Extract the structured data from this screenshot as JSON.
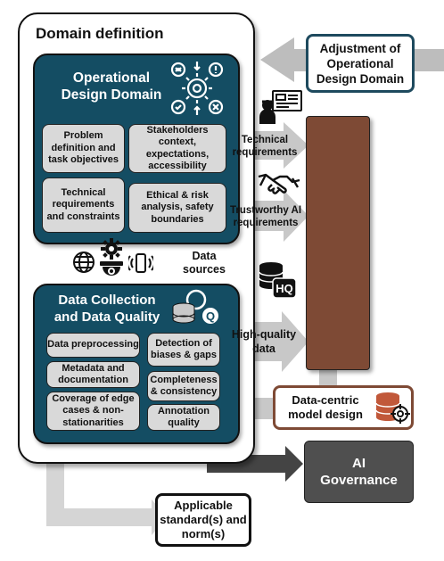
{
  "domain_definition": {
    "title": "Domain definition"
  },
  "odd": {
    "title_line1": "Operational",
    "title_line2": "Design Domain",
    "items": [
      "Problem definition and task objectives",
      "Stakeholders context, expectations, accessibility",
      "Technical requirements and constraints",
      "Ethical & risk analysis, safety boundaries"
    ]
  },
  "data_sources": {
    "label": "Data sources"
  },
  "data_quality": {
    "title_line1": "Data Collection",
    "title_line2": "and Data Quality",
    "items_left": [
      "Data preprocessing",
      "Metadata and documentation",
      "Coverage of edge cases & non-stationarities"
    ],
    "items_right": [
      "Detection of biases & gaps",
      "Completeness & consistency",
      "Annotation quality"
    ]
  },
  "adjustment": {
    "label": "Adjustment of Operational Design Domain"
  },
  "arrows": {
    "technical_requirements": "Technical requirements",
    "trustworthy_ai": "Trustworthy AI requirements",
    "high_quality_data": "High-quality data"
  },
  "hq_badge": "HQ",
  "dq_q_badge": "Q",
  "data_centric": {
    "label": "Data-centric model design"
  },
  "ai_governance": {
    "label": "AI Governance"
  },
  "standards": {
    "label": "Applicable standard(s) and norm(s)"
  },
  "colors": {
    "teal": "#144d63",
    "brown": "#7e4a35",
    "governance": "#4f4f4f",
    "arrow_light": "#c8c8c8",
    "arrow_dark": "#444444"
  },
  "icons": [
    "gear-cycle-icon",
    "globe-icon",
    "satellite-icon",
    "camera-icon",
    "phone-signal-icon",
    "database-icon",
    "engineer-icon",
    "handshake-icon",
    "target-icon"
  ]
}
